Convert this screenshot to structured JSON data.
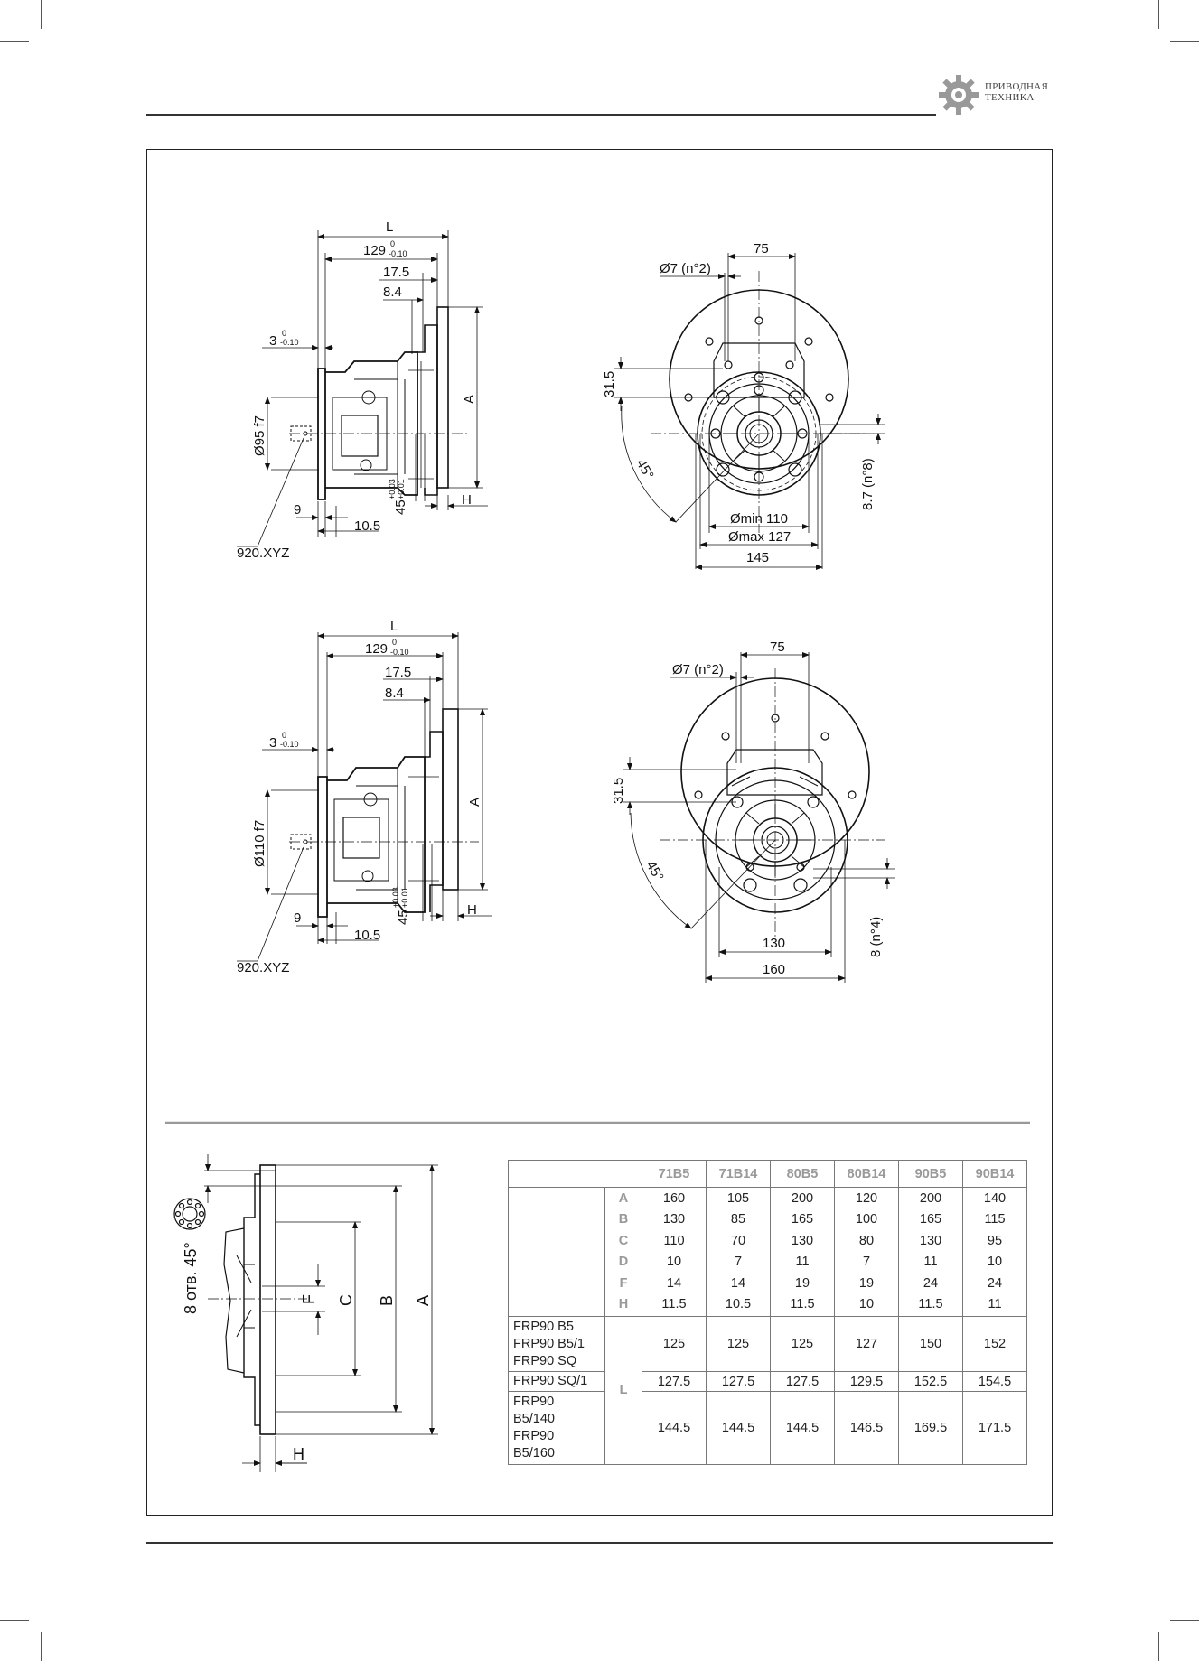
{
  "header": {
    "logo_line1": "ПРИВОДНАЯ",
    "logo_line2": "ТЕХНИКА"
  },
  "drawing_top": {
    "side_labels": {
      "L": "L",
      "len129": "129",
      "tol129_up": "0",
      "tol129_lo": "-0.10",
      "d17": "17.5",
      "d8": "8.4",
      "d3": "3",
      "tol3_up": "0",
      "tol3_lo": "-0.10",
      "dia": "Ø95 f7",
      "A": "A",
      "d45": "45",
      "tol45_up": "+0.03",
      "tol45_lo": "+0.01",
      "H": "H",
      "d9": "9",
      "d10": "10.5",
      "part": "920.XYZ"
    },
    "front_labels": {
      "d75": "75",
      "hole": "Ø7 (n°2)",
      "d31": "31.5",
      "angle": "45°",
      "holes8": "8.7 (n°8)",
      "dmin": "Ømin 110",
      "dmax": "Ømax 127",
      "d145": "145"
    }
  },
  "drawing_bottom": {
    "side_labels": {
      "L": "L",
      "len129": "129",
      "tol129_up": "0",
      "tol129_lo": "-0.10",
      "d17": "17.5",
      "d8": "8.4",
      "d3": "3",
      "tol3_up": "0",
      "tol3_lo": "-0.10",
      "dia": "Ø110 f7",
      "A": "A",
      "d45": "45",
      "tol45_up": "+0.03",
      "tol45_lo": "+0.01",
      "H": "H",
      "d9": "9",
      "d10": "10.5",
      "part": "920.XYZ"
    },
    "front_labels": {
      "d75": "75",
      "hole": "Ø7 (n°2)",
      "d31": "31.5",
      "angle": "45°",
      "holes8": "8 (n°4)",
      "d130": "130",
      "d160": "160"
    }
  },
  "flange_sketch": {
    "holes": "8 отв. 45°",
    "A": "A",
    "B": "B",
    "C": "C",
    "F": "F",
    "H": "H"
  },
  "table": {
    "columns": [
      "71B5",
      "71B14",
      "80B5",
      "80B14",
      "90B5",
      "90B14"
    ],
    "param_codes": "A\nB\nC\nD\nF\nH",
    "param_values": [
      "160\n130\n110\n10\n14\n11.5",
      "105\n85\n70\n7\n14\n10.5",
      "200\n165\n130\n11\n19\n11.5",
      "120\n100\n80\n7\n19\n10",
      "200\n165\n130\n11\n24\n11.5",
      "140\n115\n95\n10\n24\n11"
    ],
    "L_label": "L",
    "rows": [
      {
        "label": "FRP90 B5\nFRP90 B5/1\nFRP90 SQ",
        "values": [
          "125",
          "125",
          "125",
          "127",
          "150",
          "152"
        ]
      },
      {
        "label": "FRP90 SQ/1",
        "values": [
          "127.5",
          "127.5",
          "127.5",
          "129.5",
          "152.5",
          "154.5"
        ]
      },
      {
        "label": "FRP90\nB5/140\nFRP90\nB5/160",
        "values": [
          "144.5",
          "144.5",
          "144.5",
          "146.5",
          "169.5",
          "171.5"
        ]
      }
    ]
  }
}
